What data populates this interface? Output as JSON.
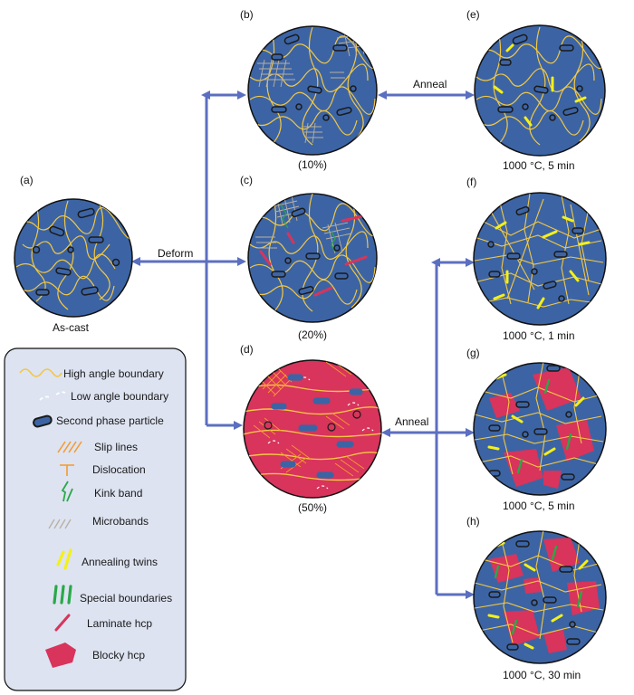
{
  "colors": {
    "matrix": "#3c64a4",
    "deformed_matrix": "#d8345c",
    "boundary": "#f2c744",
    "particle": "#1a1a1a",
    "arrow": "#5b6fc0",
    "twin": "#f4f01a",
    "special": "#2aa84a",
    "hcp": "#d8345c",
    "legend_bg": "#dde3f1"
  },
  "panels": {
    "a": {
      "letter": "(a)",
      "caption": "As-cast"
    },
    "b": {
      "letter": "(b)",
      "caption": "(10%)"
    },
    "c": {
      "letter": "(c)",
      "caption": "(20%)"
    },
    "d": {
      "letter": "(d)",
      "caption": "(50%)"
    },
    "e": {
      "letter": "(e)",
      "caption": "1000 °C, 5 min"
    },
    "f": {
      "letter": "(f)",
      "caption": "1000 °C, 1 min"
    },
    "g": {
      "letter": "(g)",
      "caption": "1000 °C, 5 min"
    },
    "h": {
      "letter": "(h)",
      "caption": "1000 °C, 30 min"
    }
  },
  "arrows": {
    "deform": "Deform",
    "anneal_top": "Anneal",
    "anneal_bottom": "Anneal"
  },
  "legend": {
    "items": [
      {
        "icon": "high-angle-boundary",
        "label": "High angle boundary"
      },
      {
        "icon": "low-angle-boundary",
        "label": "Low angle boundary"
      },
      {
        "icon": "second-phase-particle",
        "label": "Second phase particle"
      },
      {
        "icon": "slip-lines",
        "label": "Slip lines"
      },
      {
        "icon": "dislocation",
        "label": "Dislocation"
      },
      {
        "icon": "kink-band",
        "label": "Kink band"
      },
      {
        "icon": "microbands",
        "label": "Microbands"
      },
      {
        "icon": "annealing-twins",
        "label": "Annealing twins"
      },
      {
        "icon": "special-boundaries",
        "label": "Special boundaries"
      },
      {
        "icon": "laminate-hcp",
        "label": "Laminate hcp"
      },
      {
        "icon": "blocky-hcp",
        "label": "Blocky hcp"
      }
    ]
  }
}
